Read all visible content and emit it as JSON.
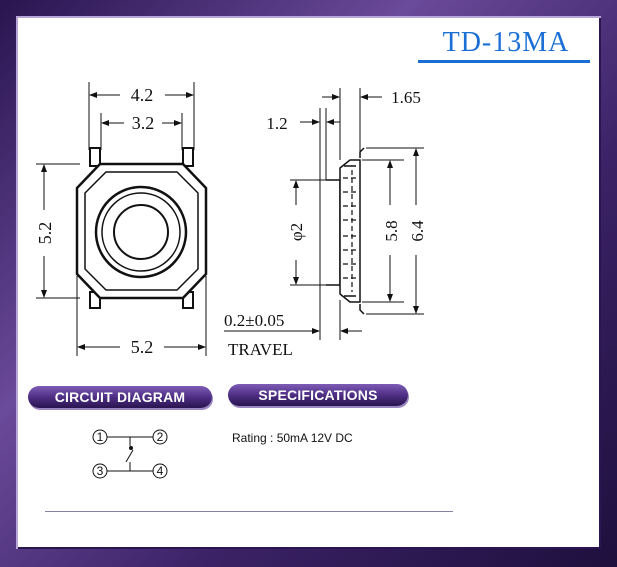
{
  "title": "TD-13MA",
  "dimensions": {
    "top_width_outer": "4.2",
    "top_width_inner": "3.2",
    "left_height": "5.2",
    "bottom_width": "5.2",
    "side_offset": "1.2",
    "side_depth": "1.65",
    "side_diameter": "φ2",
    "side_h1": "5.8",
    "side_h2": "6.4",
    "travel_value": "0.2±0.05",
    "travel_label": "TRAVEL"
  },
  "sections": {
    "circuit": "CIRCUIT DIAGRAM",
    "specs": "SPECIFICATIONS"
  },
  "rating": "Rating : 50mA 12V DC",
  "pins": [
    "1",
    "2",
    "3",
    "4"
  ],
  "colors": {
    "title": "#1a6fd6",
    "frame": "#3b2266",
    "pill": "#4a2b80"
  }
}
